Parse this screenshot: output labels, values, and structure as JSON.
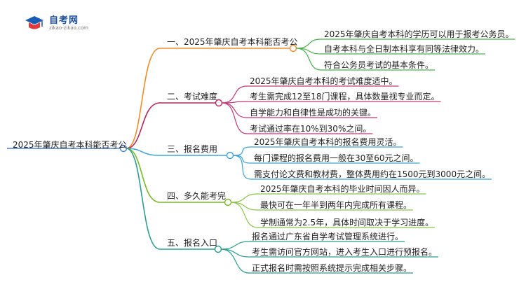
{
  "logo": {
    "name": "自考网",
    "url": "zikao-zikao.com"
  },
  "root": "2025年肇庆自考本科能否考公",
  "colors": {
    "root": "#4a7fc9",
    "branches": [
      "#f08c2a",
      "#b0285a",
      "#3ea6d8",
      "#7ab82b",
      "#2a9d8f"
    ],
    "leaves": [
      "#4caf50",
      "#c0387a",
      "#3aa0d5",
      "#8bc34a",
      "#2a9d8f"
    ]
  },
  "branches": [
    {
      "label": "一、2025年肇庆自考本科能否考公",
      "leaves": [
        "2025年肇庆自考本科的学历可以用于报考公务员。",
        "自考本科与全日制本科享有同等法律效力。",
        "符合公务员考试的基本条件。"
      ]
    },
    {
      "label": "二、考试难度",
      "leaves": [
        "2025年肇庆自考本科的考试难度适中。",
        "考生需完成12至18门课程，具体数量视专业而定。",
        "自学能力和自律性是成功的关键。",
        "考试通过率在10%到30%之间。"
      ]
    },
    {
      "label": "三、报名费用",
      "leaves": [
        "2025年肇庆自考本科的报名费用灵活。",
        "每门课程的报名费用一般在30至60元之间。",
        "需支付论文费和教材费，整体费用约在1500元到3000元之间。"
      ]
    },
    {
      "label": "四、多久能考完",
      "leaves": [
        "2025年肇庆自考本科的毕业时间因人而异。",
        "最快可在一年半到两年内完成所有课程。",
        "学制通常为2.5年，具体时间取决于学习进度。"
      ]
    },
    {
      "label": "五、报名入口",
      "leaves": [
        "报名通过广东省自学考试管理系统进行。",
        "考生需访问官方网站，进入考生入口进行预报名。",
        "正式报名时需按照系统提示完成相关步骤。"
      ]
    }
  ]
}
